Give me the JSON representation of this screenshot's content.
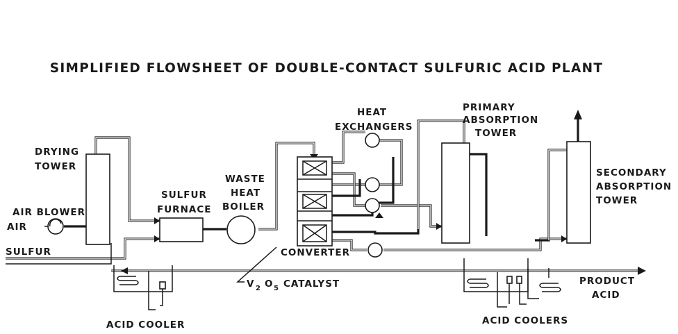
{
  "diagram": {
    "title": "SIMPLIFIED FLOWSHEET OF DOUBLE-CONTACT SULFURIC ACID PLANT",
    "labels": {
      "drying_tower_1": "DRYING",
      "drying_tower_2": "TOWER",
      "air_blower_1": "AIR BLOWER",
      "air": "AIR",
      "sulfur": "SULFUR",
      "sulfur_furnace_1": "SULFUR",
      "sulfur_furnace_2": "FURNACE",
      "waste_heat_boiler_1": "WASTE",
      "waste_heat_boiler_2": "HEAT",
      "waste_heat_boiler_3": "BOILER",
      "heat_exchangers_1": "HEAT",
      "heat_exchangers_2": "EXCHANGERS",
      "converter": "CONVERTER",
      "catalyst_v": "V",
      "catalyst_2": "2",
      "catalyst_o": "O",
      "catalyst_5": "5",
      "catalyst_rest": "CATALYST",
      "primary_absorption_1": "PRIMARY",
      "primary_absorption_2": "ABSORPTION",
      "primary_absorption_3": "TOWER",
      "secondary_absorption_1": "SECONDARY",
      "secondary_absorption_2": "ABSORPTION",
      "secondary_absorption_3": "TOWER",
      "product_acid_1": "PRODUCT",
      "product_acid_2": "ACID",
      "acid_cooler": "ACID COOLER",
      "acid_coolers": "ACID COOLERS"
    }
  }
}
